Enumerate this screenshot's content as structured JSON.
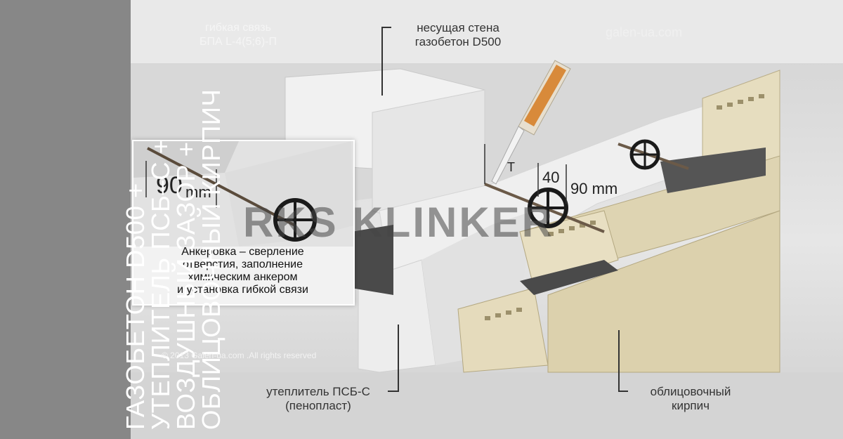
{
  "side_title": "ГАЗОБЕТОН D500 +\nУТЕПЛИТЕЛЬ ПСБ–С +\nВОЗДУШНЫЙ ЗАЗОР +\nОБЛИЦОВОЧНЫЙ КИРПИЧ",
  "labels": {
    "tie": "гибкая связь\nБПА L-4(5;6)-П",
    "bearing_wall": "несущая стена\nгазобетон D500",
    "site": "galen-ua.com",
    "insulation": "утеплитель ПСБ-С\n(пенопласт)",
    "facing_brick": "облицовочный\nкирпич",
    "inset_caption": "Анкеровка – сверление\nотверстия, заполнение\nхимическим анкером\nи установка гибкой связи",
    "copyright": "© 2013 Galen-ua.com .All rights reserved",
    "watermark": "RKS KLINKER",
    "dim_T": "T",
    "dim_40": "40",
    "dim_90": "90 mm",
    "inset_90": "90",
    "inset_mm": "mm"
  },
  "colors": {
    "sidebar": "#878787",
    "aerated_concrete": "#e4e4e4",
    "insulation": "#f0f0f0",
    "brick": "#e2d8b8",
    "mortar": "#4a4a4a",
    "tie_disc": "#1a1a1a"
  }
}
